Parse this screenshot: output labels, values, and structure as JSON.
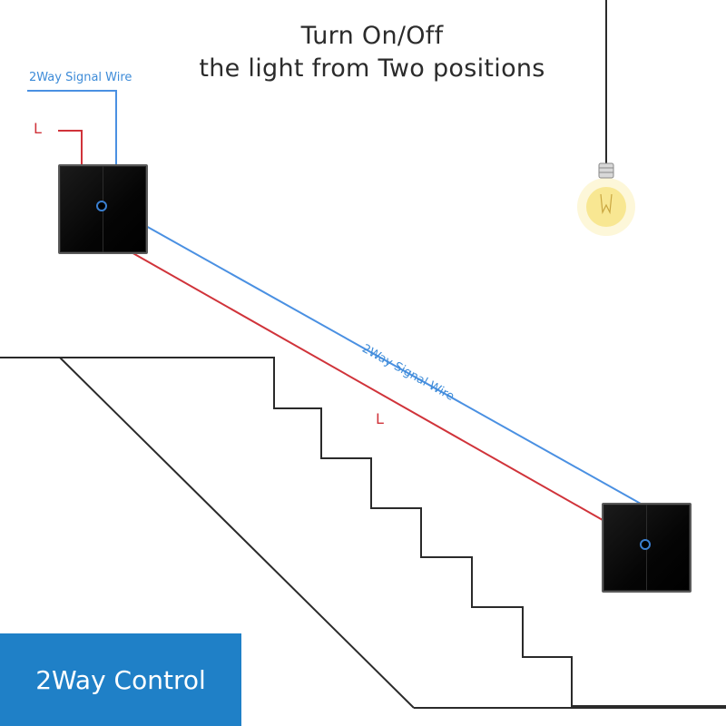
{
  "title": {
    "line1": "Turn On/Off",
    "line2": "the light from Two positions"
  },
  "labels": {
    "signal_wire_top": "2Way Signal Wire",
    "live_top": "L",
    "signal_wire_diagonal": "2Way Signal Wire",
    "live_diagonal": "L"
  },
  "badge": {
    "text": "2Way Control"
  },
  "colors": {
    "signal_wire": "#4a90e2",
    "live_wire": "#d0333a",
    "badge_bg": "#1f80c7",
    "bulb_glow": "#f7e89a"
  },
  "icons": [
    "light-bulb-icon",
    "touch-switch-icon"
  ]
}
